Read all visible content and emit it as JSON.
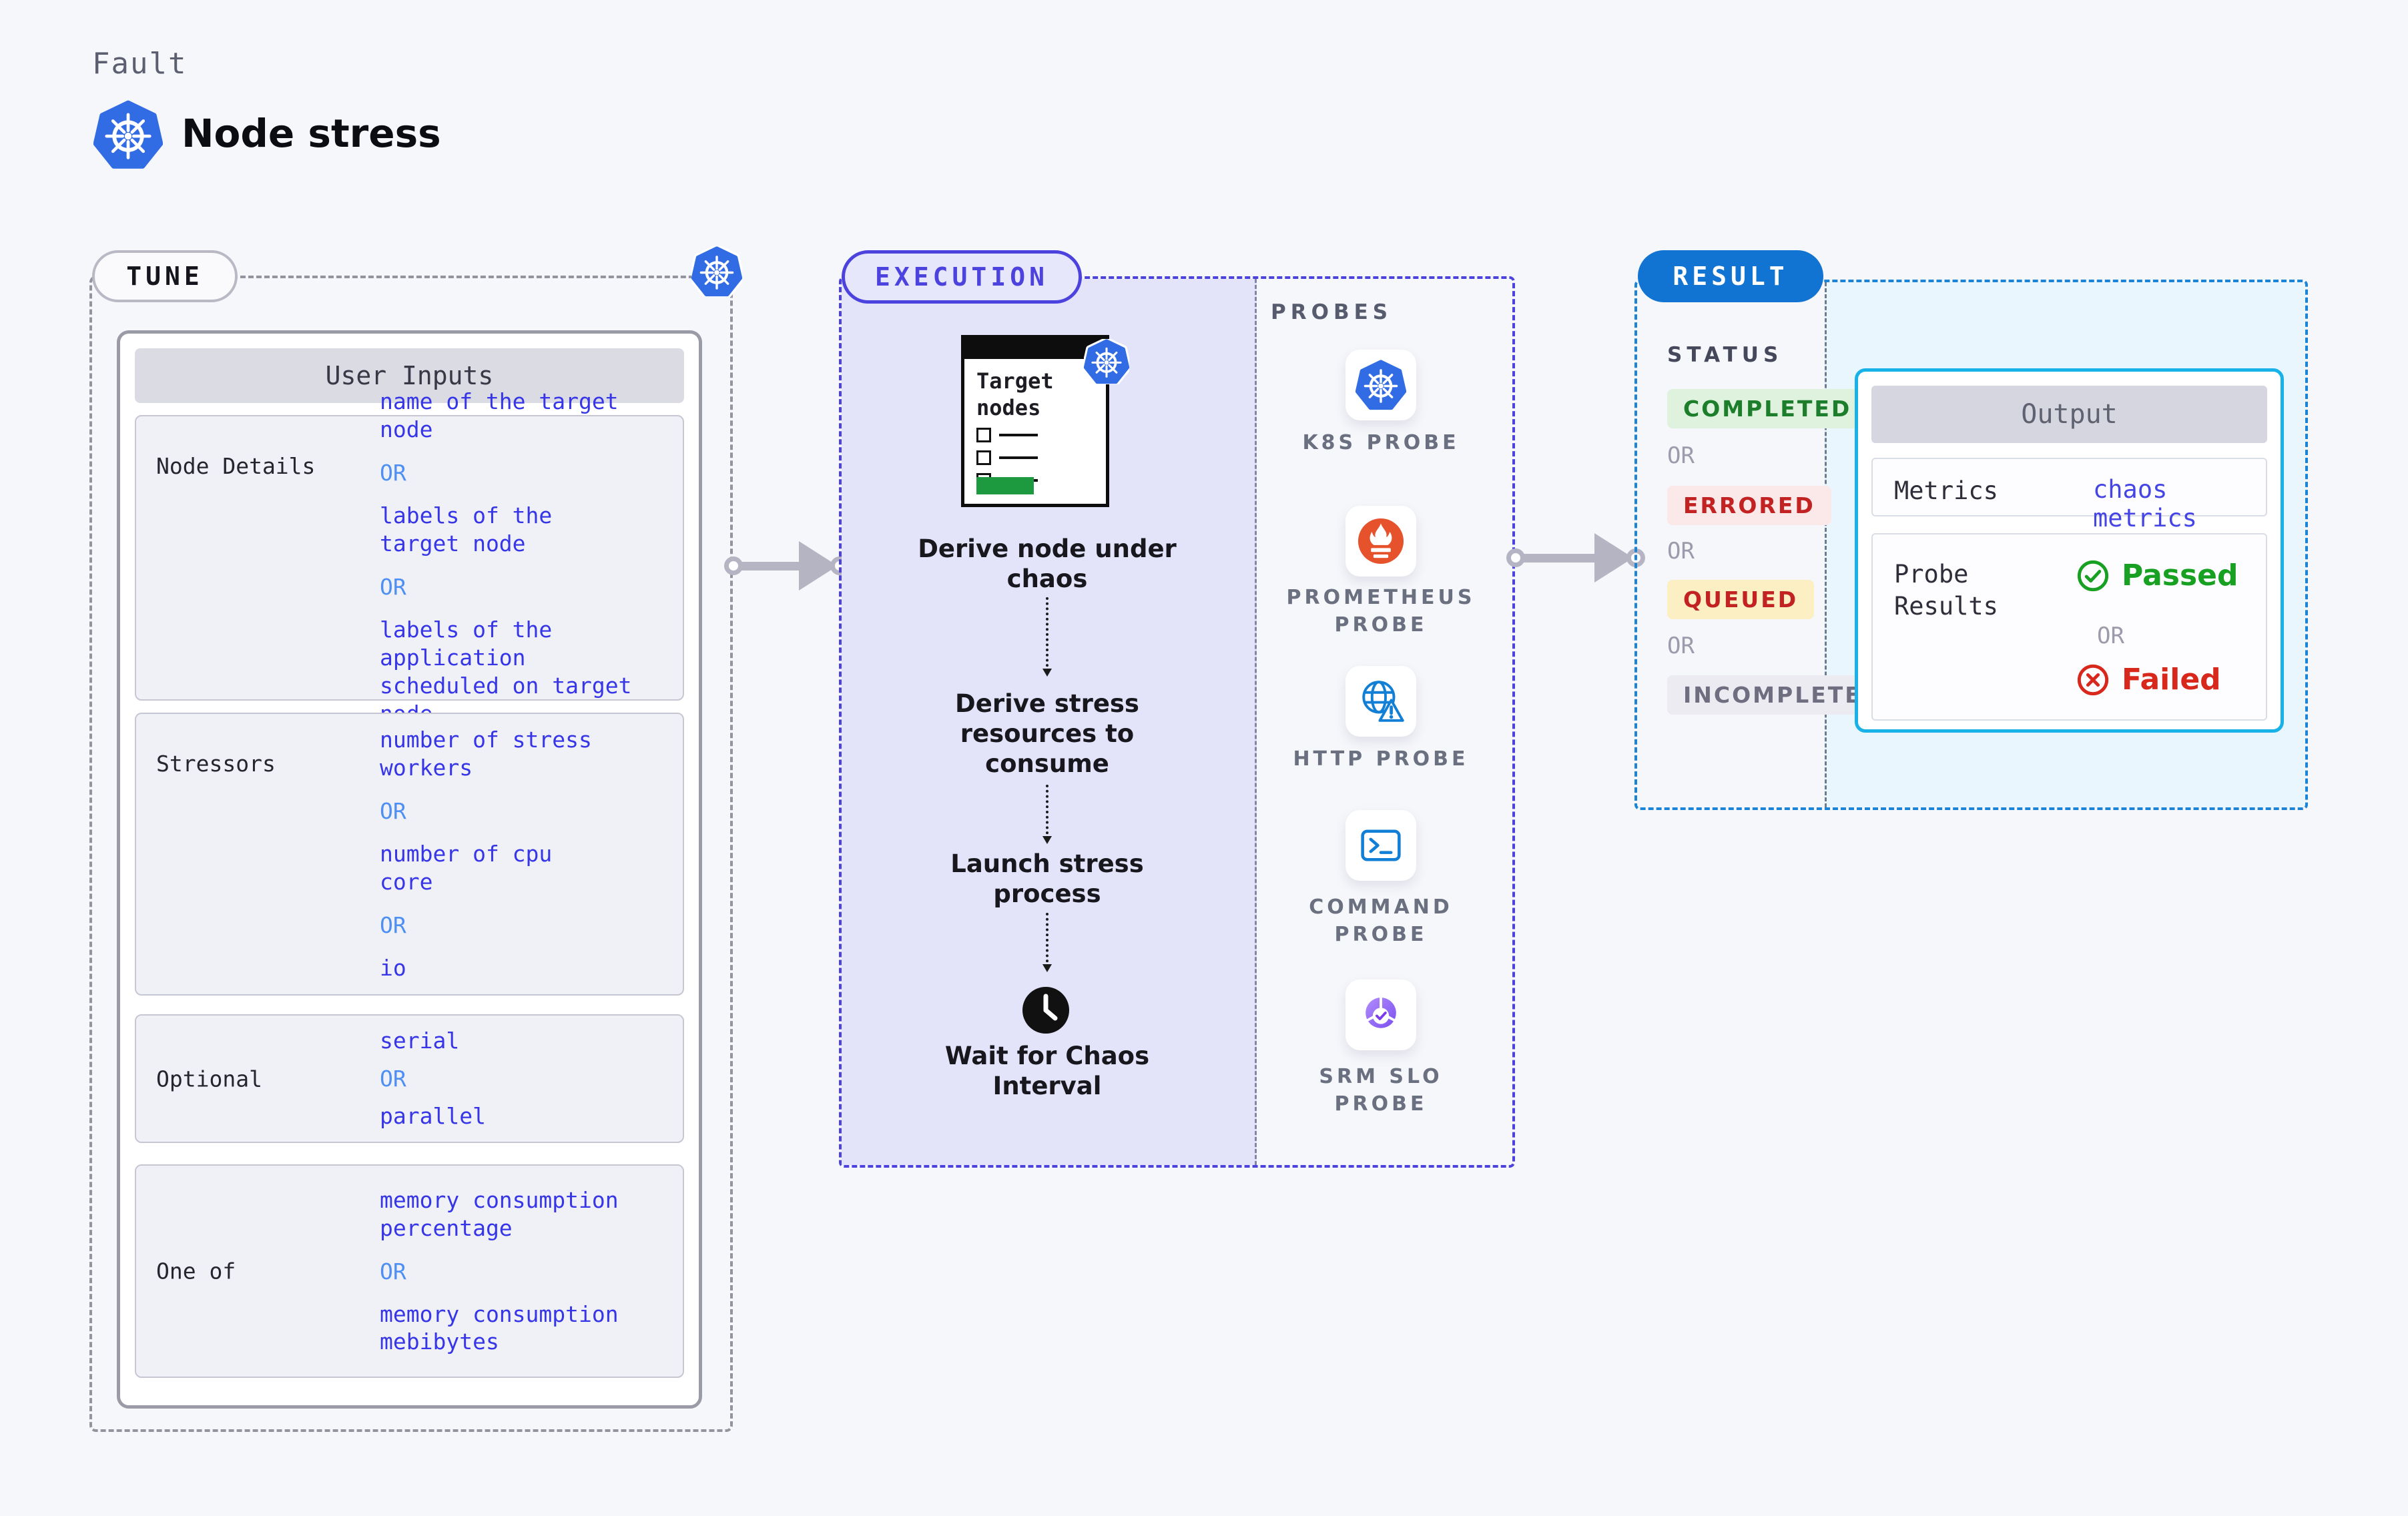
{
  "header": {
    "eyebrow": "Fault",
    "title": "Node stress",
    "icon": "kubernetes-icon"
  },
  "tune": {
    "badge": "TUNE",
    "corner_icon": "kubernetes-icon",
    "table": {
      "title": "User Inputs",
      "rows": [
        {
          "label": "Node Details",
          "items": [
            "name of the target\nnode",
            "OR",
            "labels of the\ntarget node",
            "OR",
            "labels of the application\n scheduled on target node"
          ]
        },
        {
          "label": "Stressors",
          "items": [
            "number of stress\nworkers",
            "OR",
            "number of cpu\ncore",
            "OR",
            "io"
          ]
        },
        {
          "label": "Optional",
          "items": [
            "serial",
            "OR",
            "parallel"
          ]
        },
        {
          "label": "One of",
          "items": [
            "memory consumption\npercentage",
            "OR",
            "memory consumption\nmebibytes"
          ]
        }
      ]
    }
  },
  "execution": {
    "badge": "EXECUTION",
    "target_card": {
      "title": "Target\nnodes",
      "icon": "kubernetes-icon"
    },
    "steps": [
      "Derive node under\nchaos",
      "Derive stress\nresources to\nconsume",
      "Launch stress\nprocess"
    ],
    "wait_step": "Wait for Chaos\nInterval",
    "wait_icon": "clock-icon"
  },
  "probes": {
    "title": "PROBES",
    "items": [
      {
        "label": "K8S PROBE",
        "icon": "kubernetes-icon"
      },
      {
        "label": "PROMETHEUS\nPROBE",
        "icon": "prometheus-icon"
      },
      {
        "label": "HTTP PROBE",
        "icon": "http-globe-icon"
      },
      {
        "label": "COMMAND\nPROBE",
        "icon": "terminal-icon"
      },
      {
        "label": "SRM SLO\nPROBE",
        "icon": "slo-pie-icon"
      }
    ]
  },
  "result": {
    "badge": "RESULT",
    "status_title": "STATUS",
    "or_label": "OR",
    "statuses": [
      {
        "label": "COMPLETED",
        "bg": "#def2de",
        "color": "#1c7e2a"
      },
      {
        "label": "ERRORED",
        "bg": "#fbe9e9",
        "color": "#c32222"
      },
      {
        "label": "QUEUED",
        "bg": "#fbefc3",
        "color": "#c32222"
      },
      {
        "label": "INCOMPLETED",
        "bg": "#ebebf1",
        "color": "#6e6e80"
      }
    ],
    "output": {
      "title": "Output",
      "metrics_label": "Metrics",
      "metrics_value": "chaos metrics",
      "probe_results_label": "Probe\nResults",
      "passed": "Passed",
      "or": "OR",
      "failed": "Failed",
      "passed_icon": "check-circle-icon",
      "failed_icon": "x-circle-icon"
    }
  },
  "colors": {
    "page_bg": "#f6f7fb",
    "value_blue": "#3636e8",
    "or_blue": "#4d8ff2",
    "indigo_accent": "#4c43de",
    "execution_bg": "#e3e3f9",
    "result_blue": "#1173d2",
    "output_border_cyan": "#18b2e8",
    "output_area_bg": "#e9f6fd",
    "kubernetes_blue": "#326ce5",
    "prometheus_orange": "#e6522c",
    "probe_icon_blue": "#117fd6",
    "slo_purple": "#8b5cf6",
    "passed_green": "#18a022",
    "failed_red": "#d8281c",
    "arrow_gray": "#b4b4c3"
  }
}
